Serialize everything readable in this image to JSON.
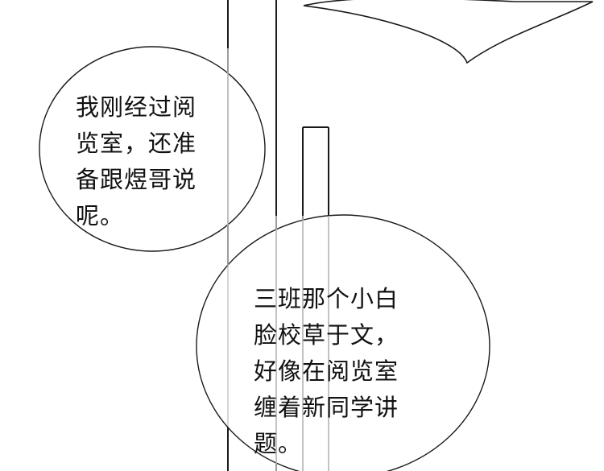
{
  "colors": {
    "background": "#ffffff",
    "ink": "#111111",
    "line_grey": "#bdbdbd",
    "bubble_outline": "#1a1a1a"
  },
  "bubbles": [
    {
      "lines": [
        "我刚经过阅",
        "览室，还准",
        "备跟煜哥说",
        "呢。"
      ]
    },
    {
      "lines": [
        "三班那个小白",
        "脸校草于文，",
        "好像在阅览室",
        "缠着新同学讲",
        "题。"
      ]
    }
  ]
}
